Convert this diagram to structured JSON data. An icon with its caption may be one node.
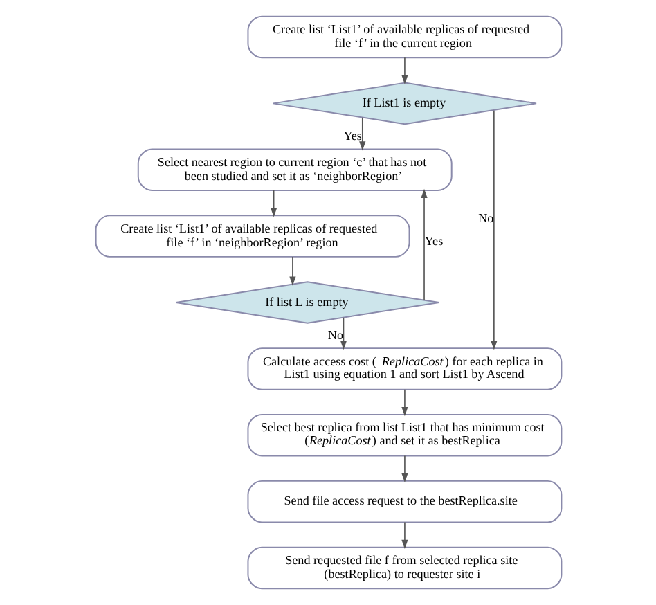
{
  "diagram": {
    "nodes": [
      {
        "text": [
          "Create list ‘List1’ of available replicas of requested file ‘f’ in the current region"
        ]
      },
      {
        "text": [
          "If List1 is empty"
        ]
      },
      {
        "text": [
          "Select nearest region to current region ‘c’ that has not been studied and set it as ‘neighborRegion’"
        ]
      },
      {
        "text": [
          "Create list ‘List1’ of available replicas of requested file ‘f’ in ‘neighborRegion’ region"
        ]
      },
      {
        "text": [
          "If list L is empty"
        ]
      },
      {
        "text": [
          "Calculate access cost (*ReplicaCost*) for each replica in List1 using equation 1 and sort List1 by Ascend"
        ]
      },
      {
        "text": [
          "Select best replica from list List1 that has minimum cost (*ReplicaCost*) and set it as bestReplica"
        ]
      },
      {
        "text": [
          "Send file access request to the bestReplica.site"
        ]
      },
      {
        "text": [
          "Send requested file f from selected replica site (bestReplica) to requester site i"
        ]
      }
    ],
    "edges": [
      {
        "from": 0,
        "to": 1,
        "arrow": "to"
      },
      {
        "from": 1,
        "to": 2,
        "arrow": "to",
        "label": "Yes"
      },
      {
        "from": 1,
        "to": 5,
        "arrow": "to",
        "label": "No"
      },
      {
        "from": 2,
        "to": 3,
        "arrow": "to"
      },
      {
        "from": 3,
        "to": 4,
        "arrow": "to"
      },
      {
        "from": 4,
        "to": 2,
        "arrow": "to",
        "label": "Yes"
      },
      {
        "from": 4,
        "to": 5,
        "arrow": "to",
        "label": "No"
      },
      {
        "from": 5,
        "to": 6,
        "arrow": "to"
      },
      {
        "from": 6,
        "to": 7,
        "arrow": "to"
      },
      {
        "from": 7,
        "to": 8,
        "arrow": "to"
      }
    ]
  }
}
